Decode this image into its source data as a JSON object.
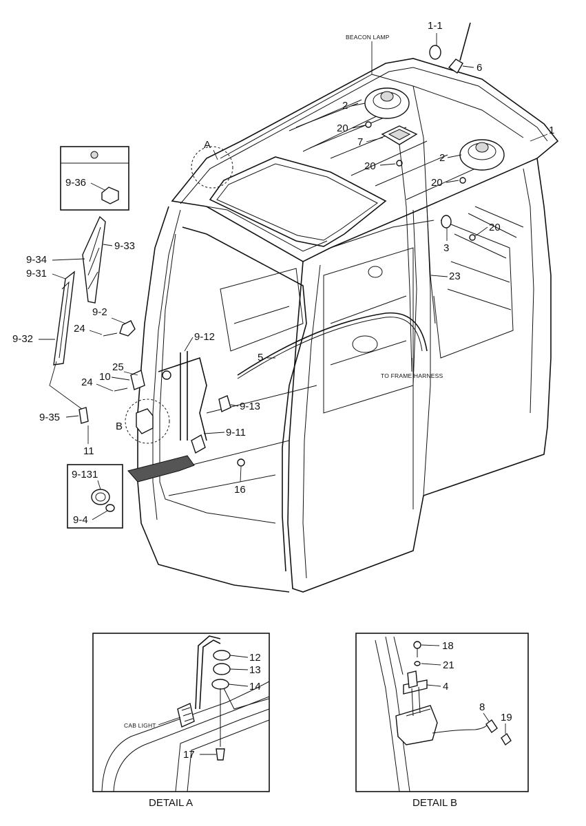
{
  "notes": {
    "beacon_lamp": "BEACON LAMP",
    "to_frame_harness": "TO FRAME HARNESS",
    "cab_light": "CAB LIGHT"
  },
  "detail_markers": {
    "a": "A",
    "b": "B"
  },
  "callouts": {
    "c1_1": "1-1",
    "c6": "6",
    "c2a": "2",
    "c20a": "20",
    "c7": "7",
    "c20b": "20",
    "c1": "1",
    "c2b": "2",
    "c20c": "20",
    "c20d": "20",
    "c3": "3",
    "c23": "23",
    "c9_36": "9-36",
    "c9_33": "9-33",
    "c9_34": "9-34",
    "c9_31": "9-31",
    "c9_2": "9-2",
    "c24a": "24",
    "c9_32": "9-32",
    "c9_12": "9-12",
    "c5": "5",
    "c25": "25",
    "c10": "10",
    "c24b": "24",
    "c9_13": "9-13",
    "c9_35": "9-35",
    "c9_11": "9-11",
    "c11": "11",
    "c16": "16",
    "c9_131": "9-131",
    "c9_4": "9-4"
  },
  "detail_a": {
    "title": "DETAIL A",
    "callouts": {
      "c12": "12",
      "c13": "13",
      "c14": "14",
      "c17": "17"
    }
  },
  "detail_b": {
    "title": "DETAIL B",
    "callouts": {
      "c18": "18",
      "c21": "21",
      "c4": "4",
      "c8": "8",
      "c19": "19"
    }
  }
}
